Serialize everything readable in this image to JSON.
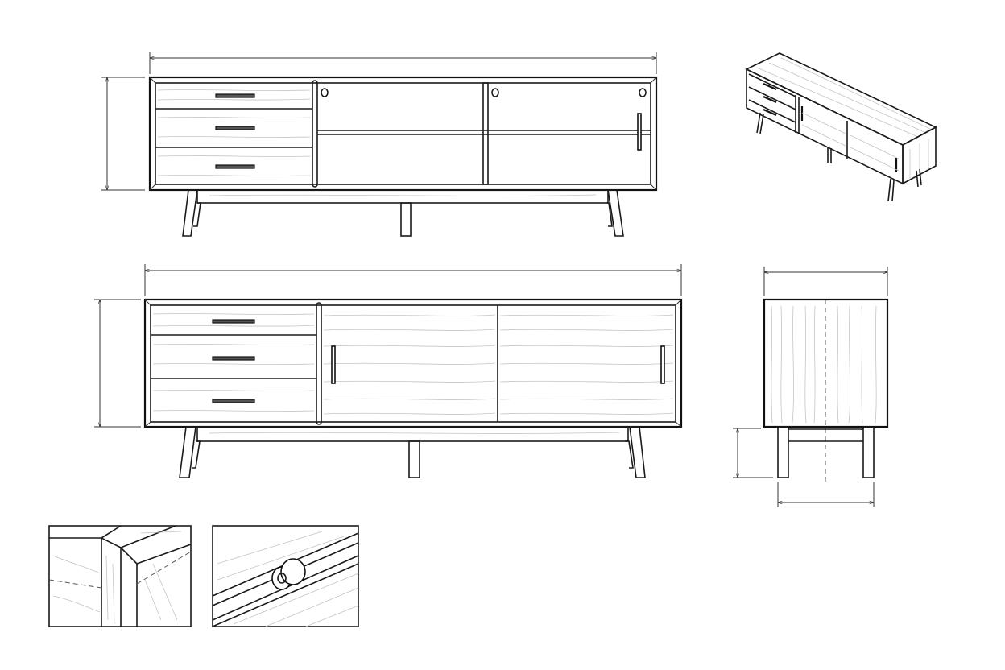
{
  "drawing": {
    "views": [
      "front-view-open",
      "front-view-closed",
      "side-view",
      "isometric-view",
      "detail-corner-joint",
      "detail-door-track"
    ],
    "colors": {
      "line": "#1a1a1a",
      "grain": "#c4c4c4",
      "background": "#ffffff"
    }
  }
}
